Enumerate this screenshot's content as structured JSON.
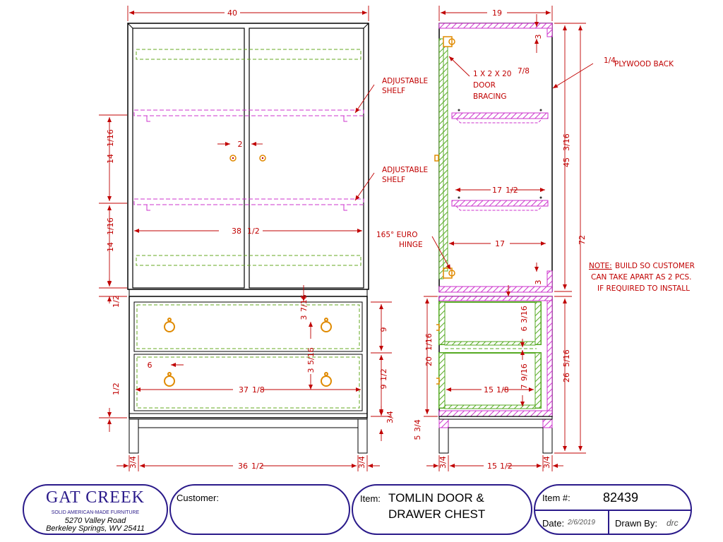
{
  "dims": {
    "front_width": "40",
    "front_inner": "38",
    "front_inner_frac": "1/2",
    "gap": "2",
    "shelf_sp_1": "14",
    "shelf_sp_1_frac": "1/16",
    "shelf_sp_2": "14",
    "shelf_sp_2_frac": "1/16",
    "drawer1_h": "9",
    "drawer2_h": "9",
    "drawer2_h_frac": "1/2",
    "pull_off_1": "3",
    "pull_off_1_frac": "7/16",
    "pull_off_2": "3",
    "pull_off_2_frac": "5/16",
    "side_gap": "6",
    "drawer_w": "37",
    "drawer_w_frac": "1/8",
    "half_a": "1/2",
    "half_b": "1/2",
    "quarter": "3/4",
    "leg_h": "5",
    "leg_h_frac": "3/4",
    "leg_w_l": "3/4",
    "leg_w_r": "3/4",
    "base_width": "36",
    "base_width_frac": "1/2",
    "side_depth": "19",
    "top_gap": "3",
    "shelf_depth": "17",
    "shelf_depth_frac": "1/2",
    "inner_depth": "17",
    "upper_h": "45",
    "upper_h_frac": "3/16",
    "total_h": "72",
    "mid_gap": "3",
    "lower_dr_1": "6",
    "lower_dr_1_frac": "3/16",
    "lower_dr_2": "7",
    "lower_dr_2_frac": "9/16",
    "lower_total": "20",
    "lower_total_frac": "1/16",
    "dr_depth": "15",
    "dr_depth_frac": "1/8",
    "base_h": "26",
    "base_h_frac": "5/16",
    "side_base": "15",
    "side_base_frac": "1/2",
    "side_leg_l": "3/4",
    "side_leg_r": "3/4"
  },
  "labels": {
    "adj_shelf_1_a": "ADJUSTABLE",
    "adj_shelf_1_b": "SHELF",
    "adj_shelf_2_a": "ADJUSTABLE",
    "adj_shelf_2_b": "SHELF",
    "bracing_a": "1 X 2 X 20",
    "bracing_frac": "7/8",
    "bracing_b": "DOOR",
    "bracing_c": "BRACING",
    "hinge_a": "165° EURO",
    "hinge_b": "HINGE",
    "plywood": "PLYWOOD BACK",
    "plywood_frac": "1/4",
    "note_lead": "NOTE:",
    "note_1": "BUILD SO CUSTOMER",
    "note_2": "CAN TAKE APART AS 2 PCS.",
    "note_3": "IF REQUIRED TO INSTALL"
  },
  "title_block": {
    "company": "GAT CREEK",
    "tagline": "SOLID AMERICAN-MADE FURNITURE",
    "address_1": "5270 Valley Road",
    "address_2": "Berkeley Springs, WV  25411",
    "customer_label": "Customer:",
    "customer_value": "",
    "item_label": "Item:",
    "item_name_1": "TOMLIN DOOR &",
    "item_name_2": "DRAWER CHEST",
    "item_no_label": "Item #:",
    "item_no": "82439",
    "date_label": "Date:",
    "date_value": "2/6/2019",
    "drawn_by_label": "Drawn By:",
    "drawn_by_value": "drc"
  },
  "colors": {
    "dimension": "#c00000",
    "outline": "#000000",
    "shelf": "#cc33cc",
    "hidden": "#66aa22",
    "hardware": "#e08a00",
    "title_border": "#2a1a8a"
  }
}
